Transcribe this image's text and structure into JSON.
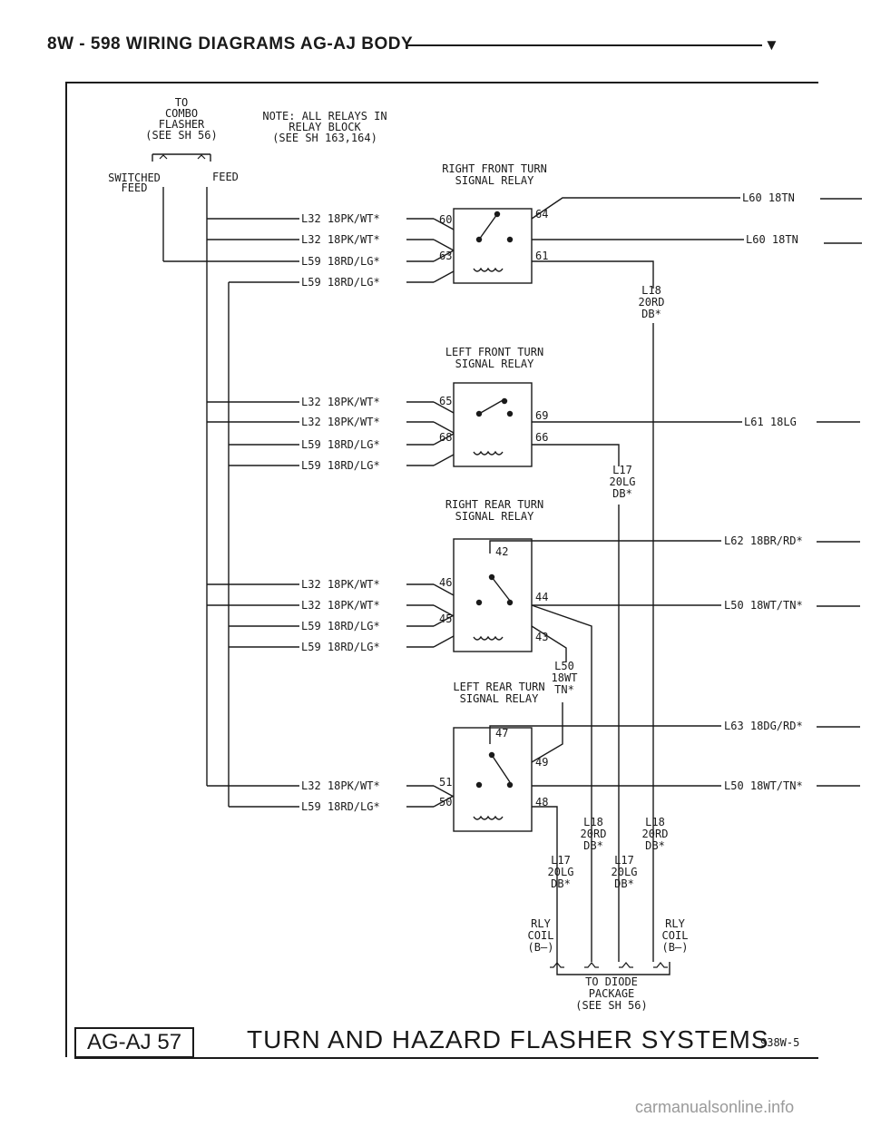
{
  "header": {
    "title": "8W - 598   WIRING DIAGRAMS AG-AJ BODY",
    "arrow": "▼"
  },
  "notes": {
    "combo": [
      "TO",
      "COMBO",
      "FLASHER",
      "(SEE SH 56)"
    ],
    "relay_note": [
      "NOTE: ALL RELAYS IN",
      "RELAY BLOCK",
      "(SEE SH 163,164)"
    ],
    "switched_feed": [
      "SWITCHED",
      "FEED"
    ],
    "feed": "FEED"
  },
  "relays": [
    {
      "title": [
        "RIGHT FRONT TURN",
        "SIGNAL RELAY"
      ],
      "pins": [
        "60",
        "64",
        "63",
        "61"
      ]
    },
    {
      "title": [
        "LEFT FRONT TURN",
        "SIGNAL RELAY"
      ],
      "pins": [
        "65",
        "69",
        "68",
        "66"
      ]
    },
    {
      "title": [
        "RIGHT REAR TURN",
        "SIGNAL RELAY"
      ],
      "pins": [
        "42",
        "46",
        "44",
        "45",
        "43"
      ]
    },
    {
      "title": [
        "LEFT REAR TURN",
        "SIGNAL RELAY"
      ],
      "pins": [
        "47",
        "49",
        "51",
        "48",
        "50"
      ]
    }
  ],
  "wires": {
    "l32": "L32 18PK/WT*",
    "l59": "L59 18RD/LG*",
    "l60a": "L60 18TN",
    "l60b": "L60 18TN",
    "l61": "L61 18LG",
    "l62": "L62 18BR/RD*",
    "l50a": "L50 18WT/TN*",
    "l63": "L63 18DG/RD*",
    "l50b": "L50 18WT/TN*"
  },
  "vertical_labels": {
    "l18a": [
      "L18",
      "20RD",
      "DB*"
    ],
    "l17a": [
      "L17",
      "20LG",
      "DB*"
    ],
    "l50v": [
      "L50",
      "18WT",
      "TN*"
    ],
    "l18b": [
      "L18",
      "20RD",
      "DB*"
    ],
    "l18c": [
      "L18",
      "20RD",
      "DB*"
    ],
    "l17b": [
      "L17",
      "20LG",
      "DB*"
    ],
    "l17c": [
      "L17",
      "20LG",
      "DB*"
    ],
    "rly_l": [
      "RLY",
      "COIL",
      "(B—)"
    ],
    "rly_r": [
      "RLY",
      "COIL",
      "(B—)"
    ],
    "diode": [
      "TO DIODE",
      "PACKAGE",
      "(SEE SH 56)"
    ]
  },
  "footer": {
    "code": "AG-AJ 57",
    "title": "TURN AND HAZARD FLASHER SYSTEMS",
    "ref": "938W-5"
  },
  "watermark": "carmanualsonline.info"
}
